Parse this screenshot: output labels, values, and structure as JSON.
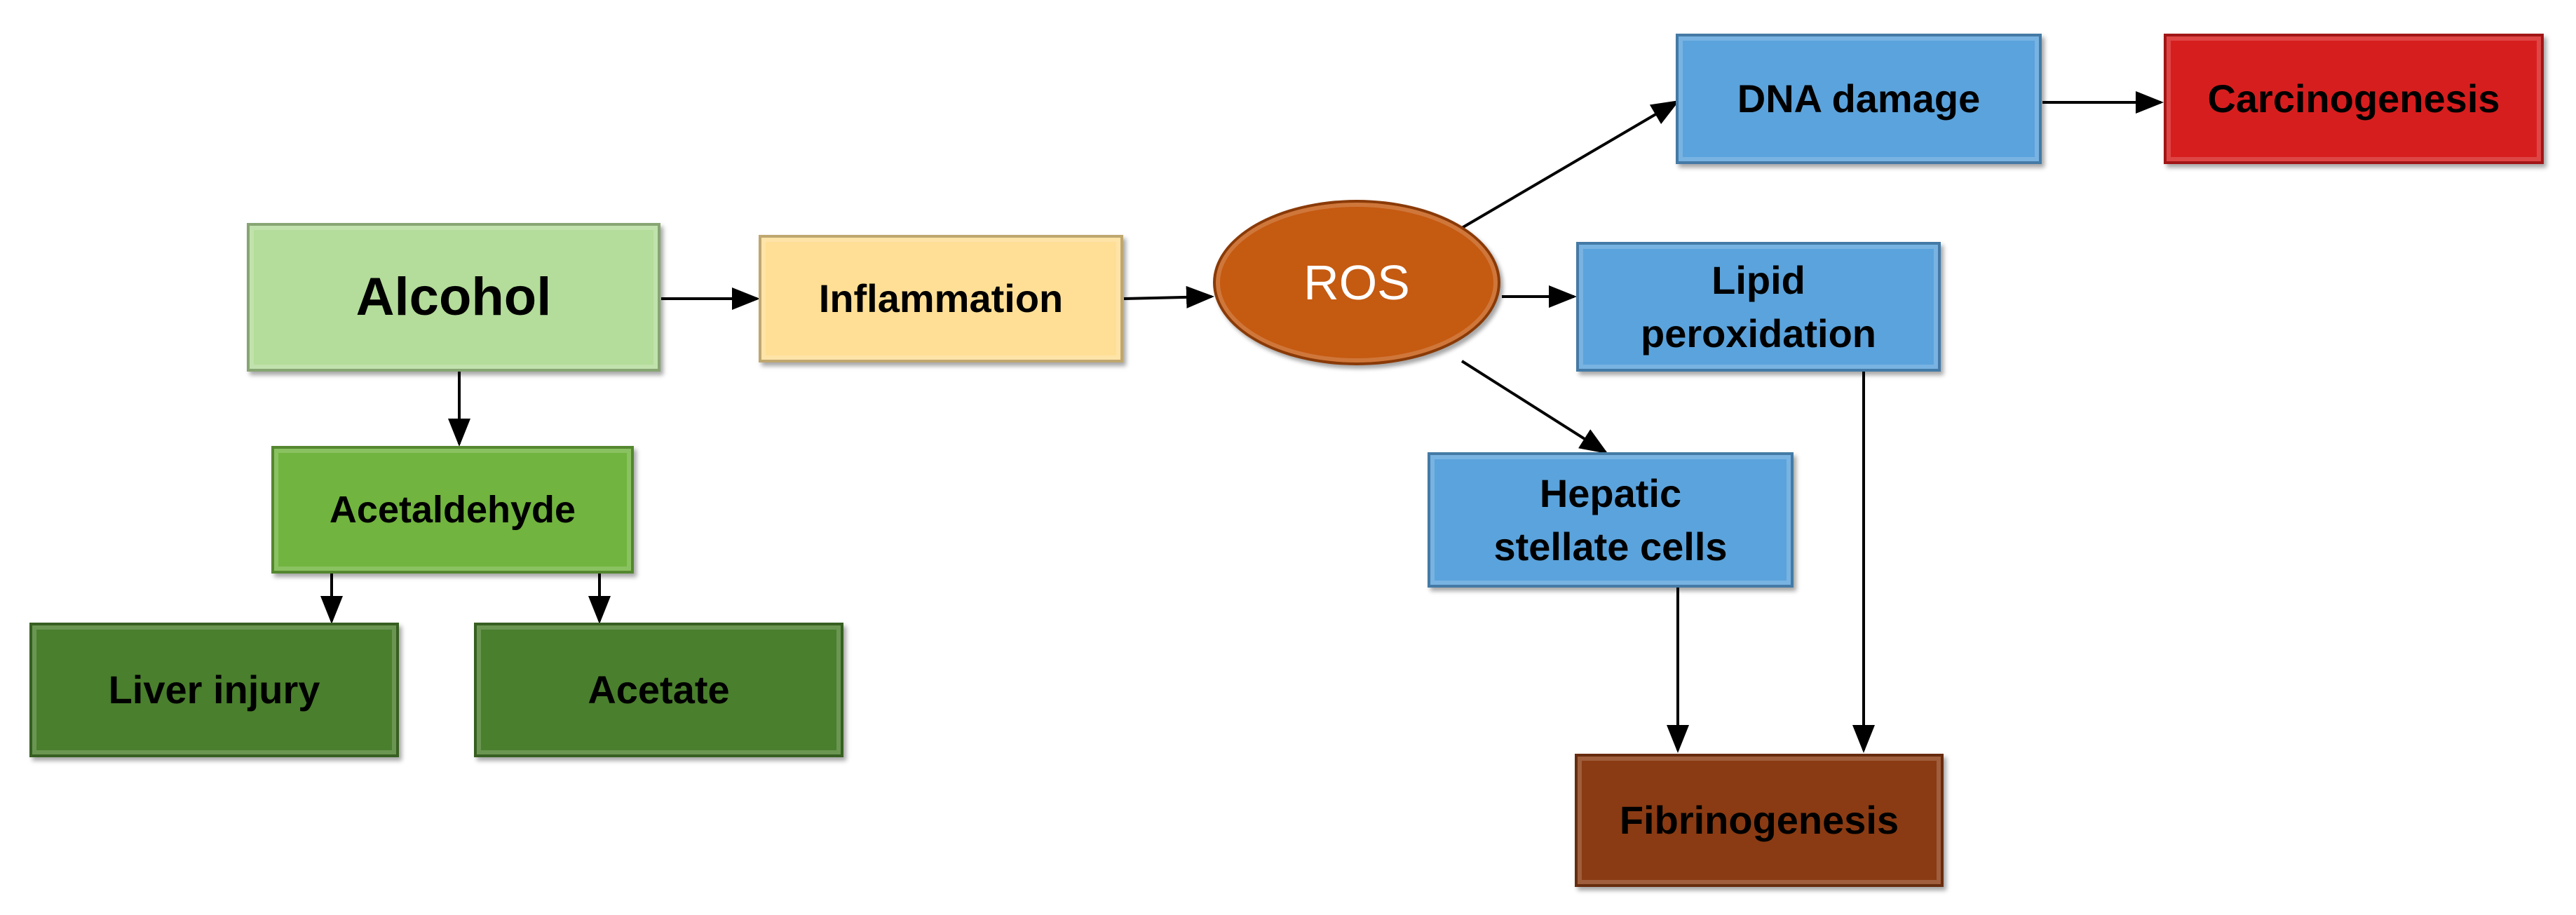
{
  "colors": {
    "alcohol": "#b4dc9a",
    "green_mid": "#71b43f",
    "green_dark": "#4a7f2d",
    "inflammation": "#ffdf95",
    "ros": "#c55a11",
    "blue": "#5ba3dc",
    "carcinogenesis": "#d71e1e",
    "fibrinogenesis": "#8a3b13",
    "arrow": "#000000"
  },
  "nodes": {
    "alcohol": "Alcohol",
    "acetaldehyde": "Acetaldehyde",
    "liver_injury": "Liver injury",
    "acetate": "Acetate",
    "inflammation": "Inflammation",
    "ros": "ROS",
    "dna_damage": "DNA damage",
    "carcinogenesis": "Carcinogenesis",
    "lipid_peroxidation": [
      "Lipid",
      "peroxidation"
    ],
    "hepatic_stellate_cells": [
      "Hepatic",
      "stellate cells"
    ],
    "fibrinogenesis": "Fibrinogenesis"
  },
  "edges": [
    [
      "alcohol",
      "inflammation"
    ],
    [
      "inflammation",
      "ros"
    ],
    [
      "ros",
      "dna_damage"
    ],
    [
      "dna_damage",
      "carcinogenesis"
    ],
    [
      "ros",
      "lipid_peroxidation"
    ],
    [
      "ros",
      "hepatic_stellate_cells"
    ],
    [
      "alcohol",
      "acetaldehyde"
    ],
    [
      "acetaldehyde",
      "liver_injury"
    ],
    [
      "acetaldehyde",
      "acetate"
    ],
    [
      "hepatic_stellate_cells",
      "fibrinogenesis"
    ],
    [
      "lipid_peroxidation",
      "fibrinogenesis"
    ]
  ]
}
